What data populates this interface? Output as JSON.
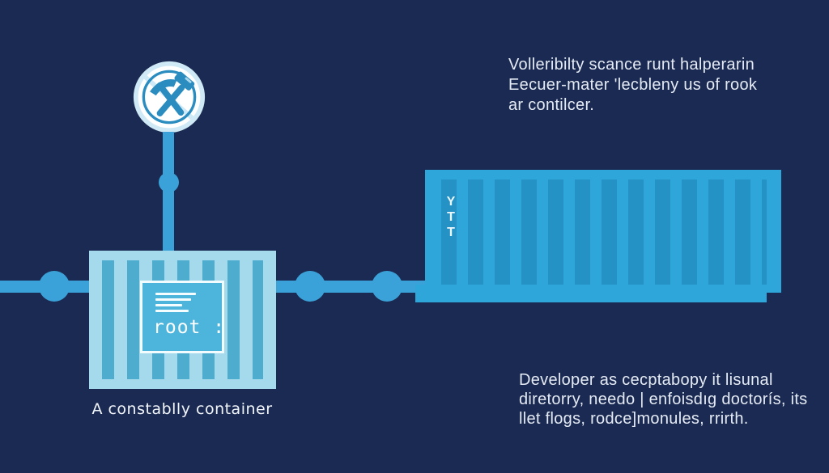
{
  "colors": {
    "background": "#1b2a52",
    "connector": "#3aa2d8",
    "left_container_body": "#a4daeb",
    "left_container_stripe": "#4eadce",
    "terminal_fill": "#4db5db",
    "terminal_border": "#f2fbfe",
    "right_container_body": "#2ea6da",
    "right_container_stripe": "#2492c4",
    "badge_ring": "#cfeaf6",
    "badge_glyph": "#2b8cc0",
    "text": "#e5ebf4"
  },
  "badge": {
    "icon": "no-build-tools"
  },
  "left_container": {
    "terminal": {
      "label": "root :"
    },
    "caption": "A constablly container"
  },
  "right_container": {
    "letters": [
      "Y",
      "T",
      "T"
    ]
  },
  "paragraphs": {
    "top_right": {
      "line1": "Volleribilty scance runt halperarin",
      "line2": "Eecuer-mater 'lecbleny us of rook",
      "line3": "ar contilcer."
    },
    "bottom_right": {
      "line1": "Developer as cecptabopy it lisunal",
      "line2": "diretorry, needo | enfoisdıg doctorís, its",
      "line3": "llet flogs, rodce]monules, rrirth."
    }
  }
}
